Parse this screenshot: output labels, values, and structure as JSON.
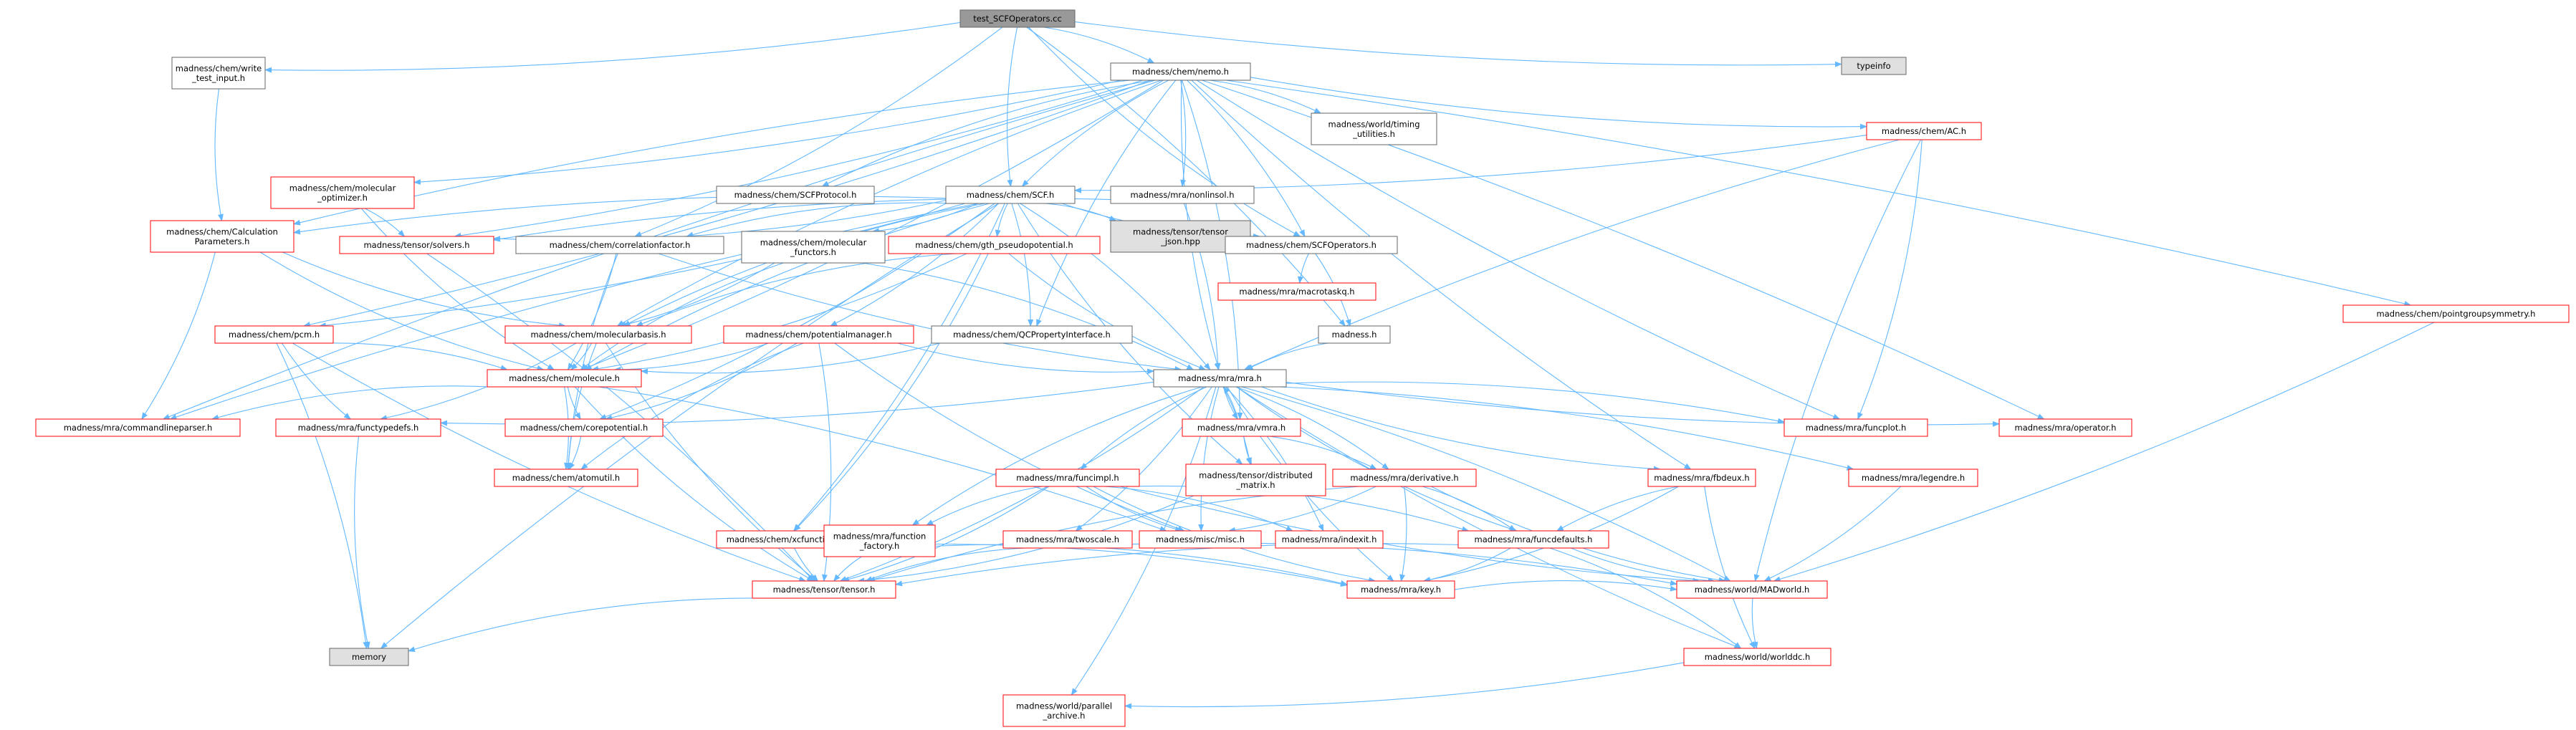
{
  "title": "test_SCFOperators.cc",
  "colors": {
    "edge": "#63b8ff",
    "edge_dark": "#404040",
    "root_fill": "#999999",
    "gray_fill": "#e0e0e0",
    "box_border": "#666666",
    "red_border": "#ff0000",
    "text": "#000000"
  },
  "nodes": [
    {
      "id": "root",
      "lines": [
        "test_SCFOperators.cc"
      ],
      "style": "root"
    },
    {
      "id": "write",
      "lines": [
        "madness/chem/write",
        "_test_input.h"
      ],
      "style": "plain"
    },
    {
      "id": "typeinfo",
      "lines": [
        "typeinfo"
      ],
      "style": "gray"
    },
    {
      "id": "nemo",
      "lines": [
        "madness/chem/nemo.h"
      ],
      "style": "plain"
    },
    {
      "id": "molopt",
      "lines": [
        "madness/chem/molecular",
        "_optimizer.h"
      ],
      "style": "red"
    },
    {
      "id": "scfprot",
      "lines": [
        "madness/chem/SCFProtocol.h"
      ],
      "style": "plain"
    },
    {
      "id": "timing",
      "lines": [
        "madness/world/timing",
        "_utilities.h"
      ],
      "style": "plain"
    },
    {
      "id": "ac",
      "lines": [
        "madness/chem/AC.h"
      ],
      "style": "red"
    },
    {
      "id": "pgsym",
      "lines": [
        "madness/chem/pointgroupsymmetry.h"
      ],
      "style": "red"
    },
    {
      "id": "scf",
      "lines": [
        "madness/chem/SCF.h"
      ],
      "style": "plain"
    },
    {
      "id": "nonlinsol",
      "lines": [
        "madness/mra/nonlinsol.h"
      ],
      "style": "plain"
    },
    {
      "id": "calc",
      "lines": [
        "madness/chem/Calculation",
        "Parameters.h"
      ],
      "style": "red"
    },
    {
      "id": "solvers",
      "lines": [
        "madness/tensor/solvers.h"
      ],
      "style": "red"
    },
    {
      "id": "corrfac",
      "lines": [
        "madness/chem/correlationfactor.h"
      ],
      "style": "plain"
    },
    {
      "id": "molfunc",
      "lines": [
        "madness/chem/molecular",
        "_functors.h"
      ],
      "style": "plain"
    },
    {
      "id": "gth",
      "lines": [
        "madness/chem/gth_pseudopotential.h"
      ],
      "style": "red"
    },
    {
      "id": "json",
      "lines": [
        "madness/tensor/tensor",
        "_json.hpp"
      ],
      "style": "gray"
    },
    {
      "id": "scfops",
      "lines": [
        "madness/chem/SCFOperators.h"
      ],
      "style": "plain"
    },
    {
      "id": "macrotask",
      "lines": [
        "madness/mra/macrotaskq.h"
      ],
      "style": "red"
    },
    {
      "id": "madness",
      "lines": [
        "madness.h"
      ],
      "style": "plain"
    },
    {
      "id": "pcm",
      "lines": [
        "madness/chem/pcm.h"
      ],
      "style": "red"
    },
    {
      "id": "molbasis",
      "lines": [
        "madness/chem/molecularbasis.h"
      ],
      "style": "red"
    },
    {
      "id": "potman",
      "lines": [
        "madness/chem/potentialmanager.h"
      ],
      "style": "red"
    },
    {
      "id": "qcprop",
      "lines": [
        "madness/chem/QCPropertyInterface.h"
      ],
      "style": "plain"
    },
    {
      "id": "molecule",
      "lines": [
        "madness/chem/molecule.h"
      ],
      "style": "red"
    },
    {
      "id": "mra",
      "lines": [
        "madness/mra/mra.h"
      ],
      "style": "plain"
    },
    {
      "id": "cmdline",
      "lines": [
        "madness/mra/commandlineparser.h"
      ],
      "style": "red"
    },
    {
      "id": "functypedefs",
      "lines": [
        "madness/mra/functypedefs.h"
      ],
      "style": "red"
    },
    {
      "id": "corepot",
      "lines": [
        "madness/chem/corepotential.h"
      ],
      "style": "red"
    },
    {
      "id": "atomutil",
      "lines": [
        "madness/chem/atomutil.h"
      ],
      "style": "red"
    },
    {
      "id": "vmra",
      "lines": [
        "madness/mra/vmra.h"
      ],
      "style": "red"
    },
    {
      "id": "funcplot",
      "lines": [
        "madness/mra/funcplot.h"
      ],
      "style": "red"
    },
    {
      "id": "operator",
      "lines": [
        "madness/mra/operator.h"
      ],
      "style": "red"
    },
    {
      "id": "distmat",
      "lines": [
        "madness/tensor/distributed",
        "_matrix.h"
      ],
      "style": "red"
    },
    {
      "id": "funcimpl",
      "lines": [
        "madness/mra/funcimpl.h"
      ],
      "style": "red"
    },
    {
      "id": "derivative",
      "lines": [
        "madness/mra/derivative.h"
      ],
      "style": "red"
    },
    {
      "id": "fbdeux",
      "lines": [
        "madness/mra/fbdeux.h"
      ],
      "style": "red"
    },
    {
      "id": "legendre",
      "lines": [
        "madness/mra/legendre.h"
      ],
      "style": "red"
    },
    {
      "id": "xcfunc",
      "lines": [
        "madness/chem/xcfunctional.h"
      ],
      "style": "red"
    },
    {
      "id": "funcfactory",
      "lines": [
        "madness/mra/function",
        "_factory.h"
      ],
      "style": "red"
    },
    {
      "id": "twoscale",
      "lines": [
        "madness/mra/twoscale.h"
      ],
      "style": "red"
    },
    {
      "id": "misc",
      "lines": [
        "madness/misc/misc.h"
      ],
      "style": "red"
    },
    {
      "id": "indexit",
      "lines": [
        "madness/mra/indexit.h"
      ],
      "style": "red"
    },
    {
      "id": "funcdefaults",
      "lines": [
        "madness/mra/funcdefaults.h"
      ],
      "style": "red"
    },
    {
      "id": "tensor",
      "lines": [
        "madness/tensor/tensor.h"
      ],
      "style": "red"
    },
    {
      "id": "key",
      "lines": [
        "madness/mra/key.h"
      ],
      "style": "red"
    },
    {
      "id": "madworld",
      "lines": [
        "madness/world/MADworld.h"
      ],
      "style": "red"
    },
    {
      "id": "memory",
      "lines": [
        "memory"
      ],
      "style": "gray"
    },
    {
      "id": "worlddc",
      "lines": [
        "madness/world/worlddc.h"
      ],
      "style": "red"
    },
    {
      "id": "parchive",
      "lines": [
        "madness/world/parallel",
        "_archive.h"
      ],
      "style": "red"
    }
  ],
  "edges": [
    [
      "root",
      "write"
    ],
    [
      "root",
      "typeinfo"
    ],
    [
      "root",
      "nemo"
    ],
    [
      "root",
      "scf"
    ],
    [
      "root",
      "corrfac"
    ],
    [
      "root",
      "scfops"
    ],
    [
      "root",
      "madness"
    ],
    [
      "write",
      "calc"
    ],
    [
      "nemo",
      "molopt"
    ],
    [
      "nemo",
      "scfprot"
    ],
    [
      "nemo",
      "timing"
    ],
    [
      "nemo",
      "ac"
    ],
    [
      "nemo",
      "pgsym"
    ],
    [
      "nemo",
      "scf"
    ],
    [
      "nemo",
      "nonlinsol"
    ],
    [
      "nemo",
      "calc"
    ],
    [
      "nemo",
      "pcm"
    ],
    [
      "nemo",
      "cmdline"
    ],
    [
      "nemo",
      "molecule"
    ],
    [
      "nemo",
      "mra"
    ],
    [
      "nemo",
      "vmra"
    ],
    [
      "nemo",
      "funcplot"
    ],
    [
      "nemo",
      "operator"
    ],
    [
      "nemo",
      "qcprop"
    ],
    [
      "nemo",
      "scfops"
    ],
    [
      "nemo",
      "fbdeux"
    ],
    [
      "nemo",
      "solvers"
    ],
    [
      "nemo",
      "molbasis"
    ],
    [
      "molopt",
      "solvers"
    ],
    [
      "molopt",
      "molecule"
    ],
    [
      "ac",
      "scf"
    ],
    [
      "ac",
      "mra"
    ],
    [
      "ac",
      "funcplot"
    ],
    [
      "ac",
      "madworld"
    ],
    [
      "pgsym",
      "madworld"
    ],
    [
      "scf",
      "calc"
    ],
    [
      "scf",
      "solvers"
    ],
    [
      "scf",
      "corrfac"
    ],
    [
      "scf",
      "molfunc"
    ],
    [
      "scf",
      "gth"
    ],
    [
      "scf",
      "json"
    ],
    [
      "scf",
      "scfops"
    ],
    [
      "scf",
      "qcprop"
    ],
    [
      "scf",
      "molbasis"
    ],
    [
      "scf",
      "potman"
    ],
    [
      "scf",
      "molecule"
    ],
    [
      "scf",
      "mra"
    ],
    [
      "scf",
      "distmat"
    ],
    [
      "scf",
      "xcfunc"
    ],
    [
      "scf",
      "memory"
    ],
    [
      "scf",
      "pcm"
    ],
    [
      "scf",
      "cmdline"
    ],
    [
      "scf",
      "corepot"
    ],
    [
      "nonlinsol",
      "solvers"
    ],
    [
      "nonlinsol",
      "mra"
    ],
    [
      "calc",
      "molbasis"
    ],
    [
      "calc",
      "cmdline"
    ],
    [
      "calc",
      "molecule"
    ],
    [
      "solvers",
      "tensor"
    ],
    [
      "corrfac",
      "mra"
    ],
    [
      "corrfac",
      "molecule"
    ],
    [
      "corrfac",
      "atomutil"
    ],
    [
      "molfunc",
      "molbasis"
    ],
    [
      "molfunc",
      "molecule"
    ],
    [
      "molfunc",
      "mra"
    ],
    [
      "gth",
      "molbasis"
    ],
    [
      "gth",
      "molecule"
    ],
    [
      "gth",
      "mra"
    ],
    [
      "gth",
      "xcfunc"
    ],
    [
      "scfops",
      "macrotask"
    ],
    [
      "scfops",
      "madness"
    ],
    [
      "madness",
      "mra"
    ],
    [
      "pcm",
      "molecule"
    ],
    [
      "pcm",
      "functypedefs"
    ],
    [
      "pcm",
      "memory"
    ],
    [
      "pcm",
      "tensor"
    ],
    [
      "molbasis",
      "molecule"
    ],
    [
      "molbasis",
      "tensor"
    ],
    [
      "molbasis",
      "functypedefs"
    ],
    [
      "molbasis",
      "atomutil"
    ],
    [
      "potman",
      "molecule"
    ],
    [
      "potman",
      "mra"
    ],
    [
      "potman",
      "corepot"
    ],
    [
      "potman",
      "atomutil"
    ],
    [
      "potman",
      "tensor"
    ],
    [
      "potman",
      "misc"
    ],
    [
      "qcprop",
      "molecule"
    ],
    [
      "molecule",
      "corepot"
    ],
    [
      "molecule",
      "atomutil"
    ],
    [
      "molecule",
      "tensor"
    ],
    [
      "molecule",
      "misc"
    ],
    [
      "molecule",
      "cmdline"
    ],
    [
      "corepot",
      "atomutil"
    ],
    [
      "functypedefs",
      "memory"
    ],
    [
      "mra",
      "functypedefs"
    ],
    [
      "mra",
      "vmra"
    ],
    [
      "mra",
      "funcplot"
    ],
    [
      "mra",
      "operator"
    ],
    [
      "mra",
      "distmat"
    ],
    [
      "mra",
      "funcimpl"
    ],
    [
      "mra",
      "derivative"
    ],
    [
      "mra",
      "fbdeux"
    ],
    [
      "mra",
      "legendre"
    ],
    [
      "mra",
      "funcfactory"
    ],
    [
      "mra",
      "twoscale"
    ],
    [
      "mra",
      "misc"
    ],
    [
      "mra",
      "indexit"
    ],
    [
      "mra",
      "funcdefaults"
    ],
    [
      "mra",
      "tensor"
    ],
    [
      "mra",
      "key"
    ],
    [
      "mra",
      "madworld"
    ],
    [
      "mra",
      "worlddc"
    ],
    [
      "mra",
      "parchive"
    ],
    [
      "vmra",
      "mra"
    ],
    [
      "vmra",
      "derivative"
    ],
    [
      "vmra",
      "distmat"
    ],
    [
      "distmat",
      "tensor"
    ],
    [
      "funcimpl",
      "misc"
    ],
    [
      "funcimpl",
      "indexit"
    ],
    [
      "funcimpl",
      "funcfactory"
    ],
    [
      "funcimpl",
      "funcdefaults"
    ],
    [
      "funcimpl",
      "key"
    ],
    [
      "funcimpl",
      "tensor"
    ],
    [
      "funcimpl",
      "madworld"
    ],
    [
      "derivative",
      "funcdefaults"
    ],
    [
      "derivative",
      "tensor"
    ],
    [
      "derivative",
      "key"
    ],
    [
      "derivative",
      "madworld"
    ],
    [
      "derivative",
      "misc"
    ],
    [
      "fbdeux",
      "funcdefaults"
    ],
    [
      "fbdeux",
      "key"
    ],
    [
      "fbdeux",
      "worlddc"
    ],
    [
      "legendre",
      "madworld"
    ],
    [
      "xcfunc",
      "tensor"
    ],
    [
      "xcfunc",
      "key"
    ],
    [
      "funcfactory",
      "tensor"
    ],
    [
      "funcfactory",
      "key"
    ],
    [
      "twoscale",
      "tensor"
    ],
    [
      "twoscale",
      "madworld"
    ],
    [
      "funcdefaults",
      "tensor"
    ],
    [
      "funcdefaults",
      "key"
    ],
    [
      "funcdefaults",
      "madworld"
    ],
    [
      "funcdefaults",
      "worlddc"
    ],
    [
      "tensor",
      "memory"
    ],
    [
      "key",
      "madworld"
    ],
    [
      "madworld",
      "worlddc"
    ],
    [
      "worlddc",
      "parchive"
    ]
  ]
}
